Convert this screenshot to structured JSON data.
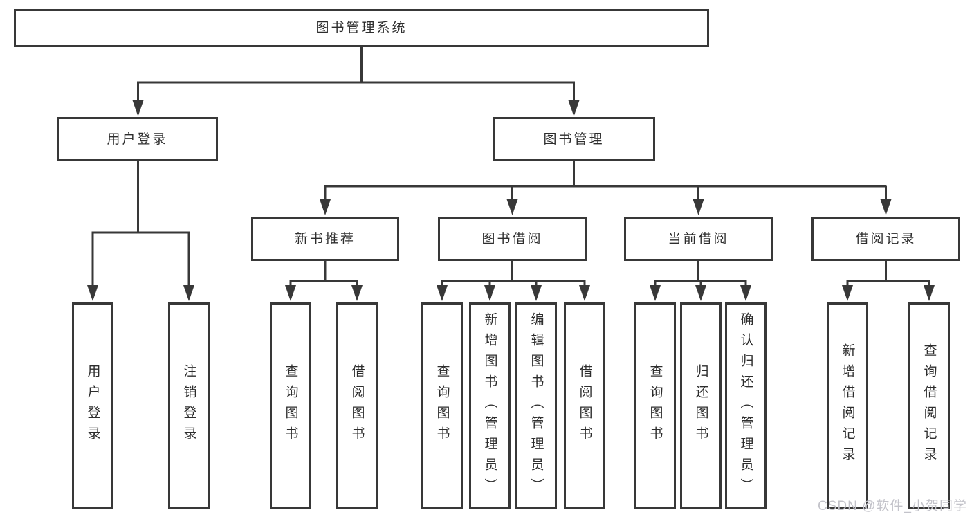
{
  "watermark": "CSDN @软件_小贺同学",
  "colors": {
    "line": "#383838",
    "text": "#2d2d2d",
    "watermark": "#c3c3ca",
    "background": "#ffffff"
  },
  "tree": {
    "label": "图书管理系统",
    "children": [
      {
        "label": "用户登录",
        "children": [
          {
            "label": "用户登录"
          },
          {
            "label": "注销登录"
          }
        ]
      },
      {
        "label": "图书管理",
        "children": [
          {
            "label": "新书推荐",
            "children": [
              {
                "label": "查询图书"
              },
              {
                "label": "借阅图书"
              }
            ]
          },
          {
            "label": "图书借阅",
            "children": [
              {
                "label": "查询图书"
              },
              {
                "label": "新增图书（管理员）"
              },
              {
                "label": "编辑图书（管理员）"
              },
              {
                "label": "借阅图书"
              }
            ]
          },
          {
            "label": "当前借阅",
            "children": [
              {
                "label": "查询图书"
              },
              {
                "label": "归还图书"
              },
              {
                "label": "确认归还（管理员）"
              }
            ]
          },
          {
            "label": "借阅记录",
            "children": [
              {
                "label": "新增借阅记录"
              },
              {
                "label": "查询借阅记录"
              }
            ]
          }
        ]
      }
    ]
  }
}
